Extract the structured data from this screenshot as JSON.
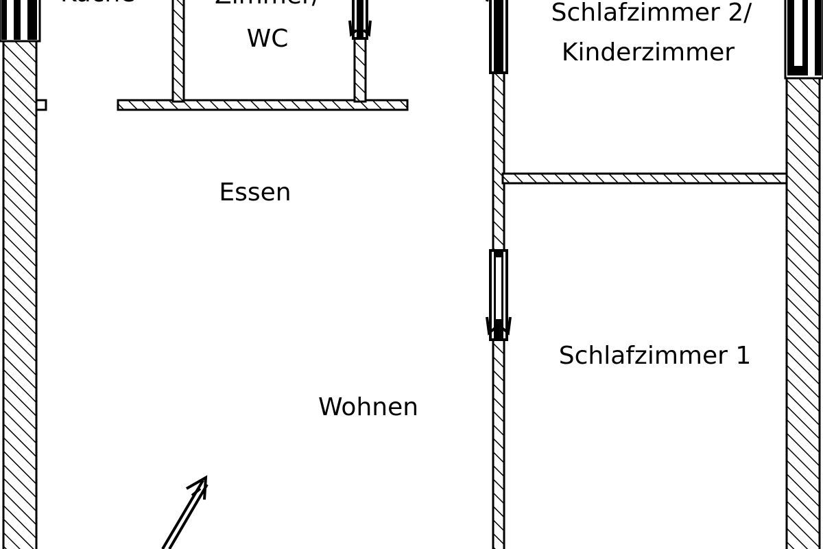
{
  "plan": {
    "rooms": {
      "top_left_cut": "Küche",
      "zimmer_wc_line1": "Zimmer/",
      "zimmer_wc_line2": "WC",
      "schlafzimmer2_line1": "Schlafzimmer 2/",
      "schlafzimmer2_line2": "Kinderzimmer",
      "essen": "Essen",
      "schlafzimmer1": "Schlafzimmer 1",
      "wohnen": "Wohnen"
    },
    "colors": {
      "line": "#000000",
      "background": "#ffffff"
    }
  }
}
